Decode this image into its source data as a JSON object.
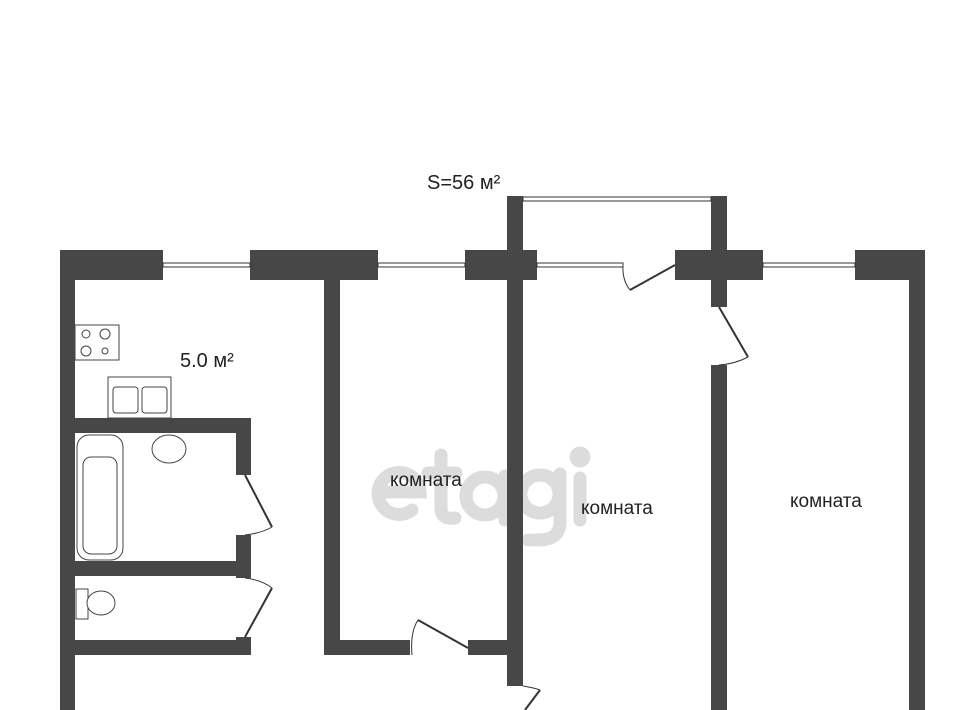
{
  "plan": {
    "total_area": "S=56 м²",
    "kitchen_area": "5.0 м²",
    "rooms": [
      "комната",
      "комната",
      "комната"
    ],
    "watermark": "etagi"
  },
  "colors": {
    "wall": "#474747",
    "watermark": "#d9d9d9"
  }
}
